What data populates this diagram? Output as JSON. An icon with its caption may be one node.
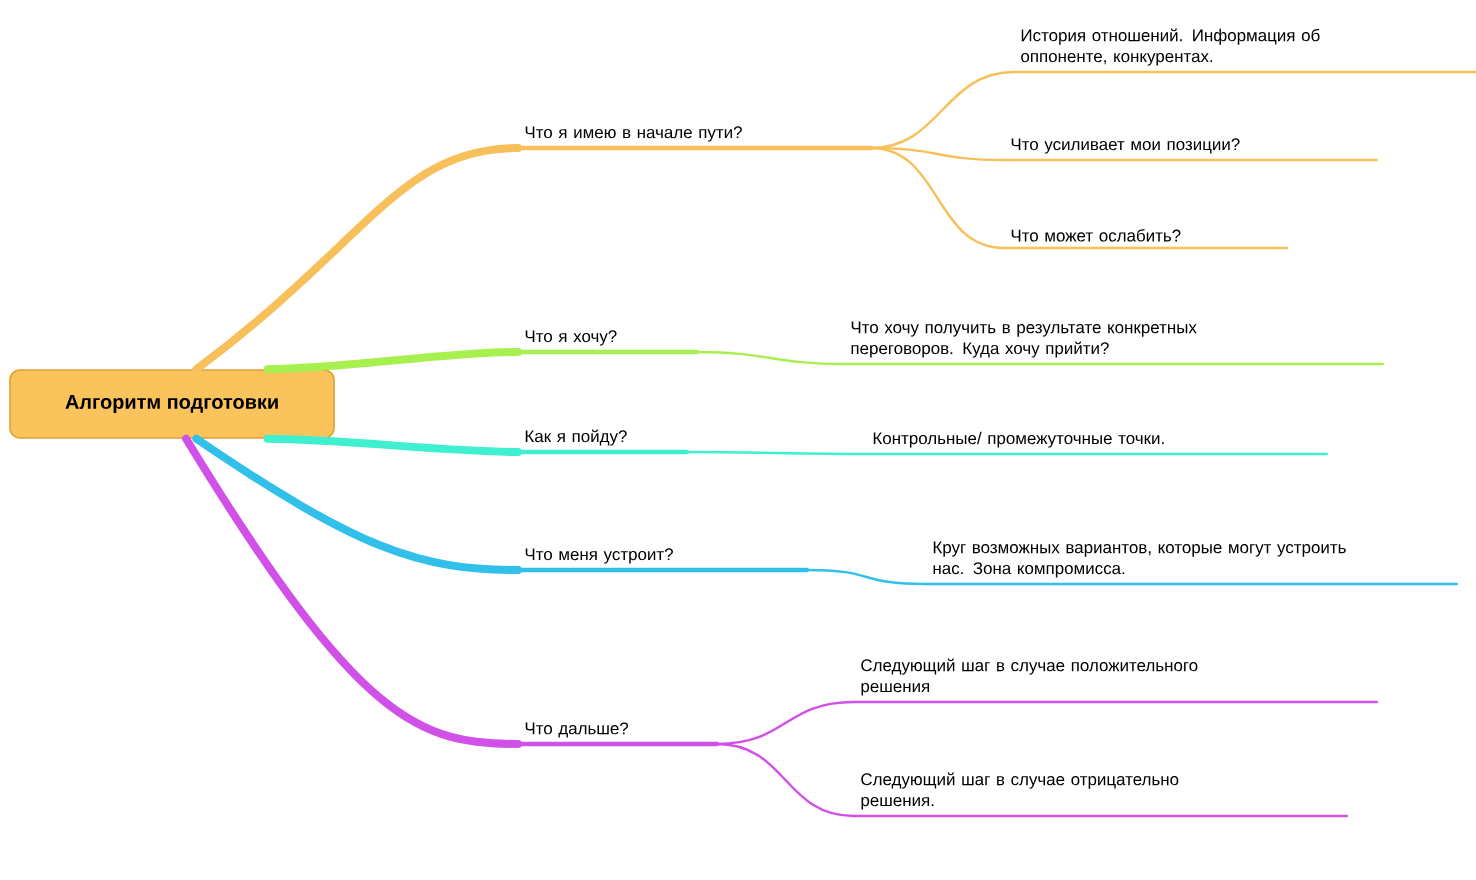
{
  "diagram": {
    "nodes": [
      {
        "text": [
          "Алгоритм подготовки"
        ]
      },
      {
        "text": [
          "Что я имею в начале пути?"
        ]
      },
      {
        "text": [
          "История отношений. Информация об оппоненте, конкурентах."
        ]
      },
      {
        "text": [
          "Что усиливает мои позиции?"
        ]
      },
      {
        "text": [
          "Что может ослабить?"
        ]
      },
      {
        "text": [
          "Что я хочу?"
        ]
      },
      {
        "text": [
          "Что хочу получить в результате конкретных переговоров. Куда хочу прийти?"
        ]
      },
      {
        "text": [
          "Как я пойду?"
        ]
      },
      {
        "text": [
          "Контрольные/ промежуточные точки."
        ]
      },
      {
        "text": [
          "Что меня устроит?"
        ]
      },
      {
        "text": [
          "Круг возможных вариантов, которые могут устроить нас. Зона компромисса."
        ]
      },
      {
        "text": [
          "Что дальше?"
        ]
      },
      {
        "text": [
          "Следующий шаг в случае положительного решения"
        ]
      },
      {
        "text": [
          "Следующий шаг в случае отрицательно решения."
        ]
      }
    ],
    "edges": [
      {
        "from": 0,
        "to": 1,
        "arrow": "none",
        "style": "thick",
        "color": "#f8c05a"
      },
      {
        "from": 1,
        "to": 2,
        "arrow": "none",
        "color": "#f8c05a"
      },
      {
        "from": 1,
        "to": 3,
        "arrow": "none",
        "color": "#f8c05a"
      },
      {
        "from": 1,
        "to": 4,
        "arrow": "none",
        "color": "#f8c05a"
      },
      {
        "from": 0,
        "to": 5,
        "arrow": "none",
        "style": "thick",
        "color": "#a8f050"
      },
      {
        "from": 5,
        "to": 6,
        "arrow": "none",
        "color": "#a8f050"
      },
      {
        "from": 0,
        "to": 7,
        "arrow": "none",
        "style": "thick",
        "color": "#3ef0d0"
      },
      {
        "from": 7,
        "to": 8,
        "arrow": "none",
        "color": "#3ef0d0"
      },
      {
        "from": 0,
        "to": 9,
        "arrow": "none",
        "style": "thick",
        "color": "#30c0ea"
      },
      {
        "from": 9,
        "to": 10,
        "arrow": "none",
        "color": "#30c0ea"
      },
      {
        "from": 0,
        "to": 11,
        "arrow": "none",
        "style": "thick",
        "color": "#d050e8"
      },
      {
        "from": 11,
        "to": 12,
        "arrow": "none",
        "color": "#d050e8"
      },
      {
        "from": 11,
        "to": 13,
        "arrow": "none",
        "color": "#d050e8"
      }
    ]
  }
}
